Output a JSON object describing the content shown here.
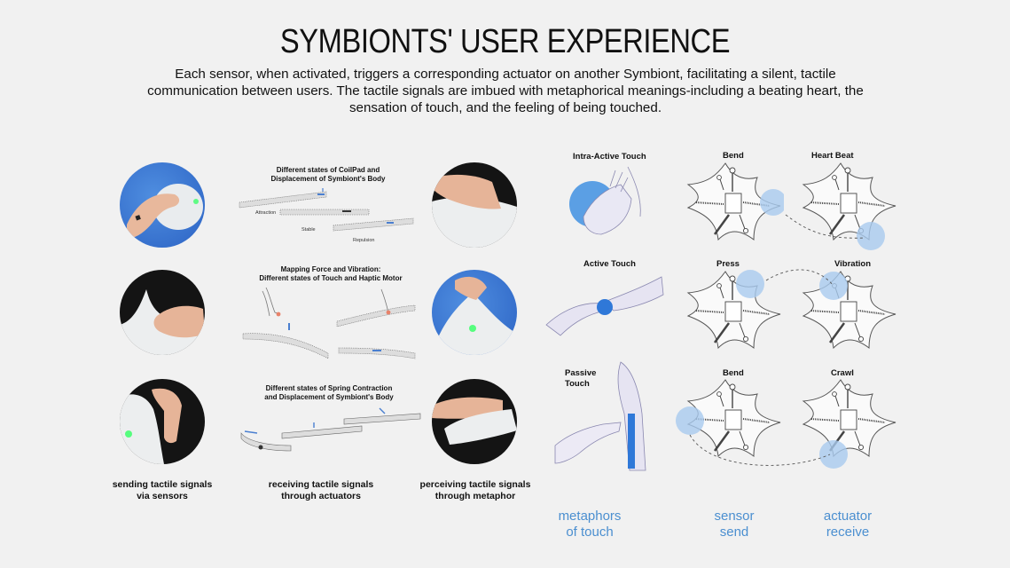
{
  "header": {
    "title": "SYMBIONTS' USER EXPERIENCE",
    "intro": "Each sensor, when activated, triggers a corresponding actuator on another Symbiont, facilitating a silent, tactile communication between users. The tactile signals are imbued with metaphorical meanings-including a beating heart, the sensation of touch, and the feeling of being touched."
  },
  "mechanisms": [
    {
      "title_line1": "Different states of CoilPad and",
      "title_line2": "Displacement of Symbiont's Body",
      "labels": [
        "Attraction",
        "Stable",
        "Repulsion"
      ]
    },
    {
      "title_line1": "Mapping Force and Vibration:",
      "title_line2": "Different states of Touch and Haptic Motor"
    },
    {
      "title_line1": "Different states of Spring Contraction",
      "title_line2": "and Displacement of Symbiont's Body"
    }
  ],
  "captions": {
    "sending_line1": "sending tactile signals",
    "sending_line2": "via sensors",
    "receiving_line1": "receiving tactile signals",
    "receiving_line2": "through actuators",
    "perceiving_line1": "perceiving tactile signals",
    "perceiving_line2": "through metaphor"
  },
  "metaphors": {
    "intra": "Intra-Active Touch",
    "active": "Active Touch",
    "passive_line1": "Passive",
    "passive_line2": "Touch"
  },
  "sensor_labels": [
    "Bend",
    "Press",
    "Bend"
  ],
  "actuator_labels": [
    "Heart Beat",
    "Vibration",
    "Crawl"
  ],
  "columns": {
    "metaphors_line1": "metaphors",
    "metaphors_line2": "of touch",
    "sensor_line1": "sensor",
    "sensor_line2": "send",
    "actuator_line1": "actuator",
    "actuator_line2": "receive"
  },
  "colors": {
    "accent_blue": "#4b8fd0",
    "highlight_blue": "#a9cbef",
    "photo_blue": "#2c63c4",
    "sensor_green": "#3cff6a"
  }
}
